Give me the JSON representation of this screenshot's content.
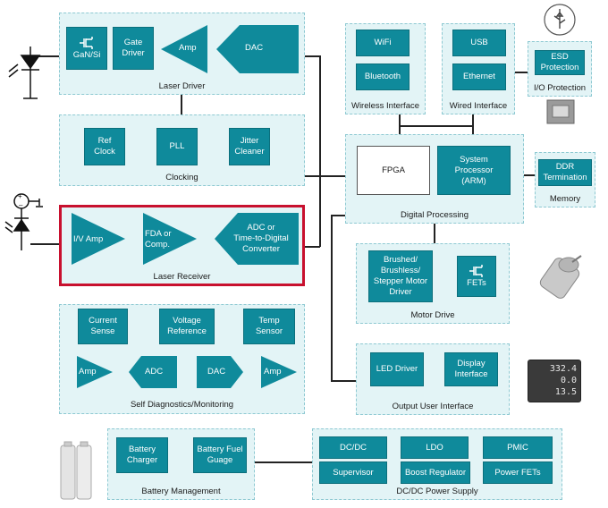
{
  "laser_driver": {
    "label": "Laser Driver",
    "gan": "GaN/Si",
    "gate": "Gate\nDriver",
    "amp": "Amp",
    "dac": "DAC"
  },
  "clocking": {
    "label": "Clocking",
    "ref": "Ref\nClock",
    "pll": "PLL",
    "jitter": "Jitter\nCleaner"
  },
  "laser_receiver": {
    "label": "Laser Receiver",
    "iv": "I/V Amp",
    "fda": "FDA or\nComp.",
    "adc": "ADC or\nTime-to-Digital\nConverter"
  },
  "self_diag": {
    "label": "Self Diagnostics/Monitoring",
    "current": "Current\nSense",
    "vref": "Voltage\nReference",
    "temp": "Temp\nSensor",
    "amp1": "Amp",
    "adc": "ADC",
    "dac": "DAC",
    "amp2": "Amp"
  },
  "battery": {
    "label": "Battery Management",
    "charger": "Battery\nCharger",
    "fuel": "Battery Fuel\nGuage"
  },
  "wireless": {
    "label": "Wireless Interface",
    "wifi": "WiFi",
    "bt": "Bluetooth"
  },
  "wired": {
    "label": "Wired Interface",
    "usb": "USB",
    "eth": "Ethernet"
  },
  "io": {
    "label": "I/O Protection",
    "esd": "ESD\nProtection"
  },
  "digital": {
    "label": "Digital Processing",
    "fpga": "FPGA",
    "sys": "System\nProcessor\n(ARM)"
  },
  "memory": {
    "label": "Memory",
    "ddr": "DDR\nTermination"
  },
  "motor": {
    "label": "Motor Drive",
    "brushed": "Brushed/\nBrushless/\nStepper Motor\nDriver",
    "fets": "FETs"
  },
  "output": {
    "label": "Output User Interface",
    "led": "LED Driver",
    "display": "Display\nInterface"
  },
  "power": {
    "label": "DC/DC Power Supply",
    "dcdc": "DC/DC",
    "ldo": "LDO",
    "pmic": "PMIC",
    "supervisor": "Supervisor",
    "boost": "Boost Regulator",
    "powerfets": "Power FETs"
  },
  "lcd": {
    "line1": "332.4",
    "line2": "0.0",
    "line3": "13.5"
  },
  "colors": {
    "block": "#0f8a9b",
    "group_bg": "#e3f4f6",
    "highlight": "#c8102e"
  }
}
